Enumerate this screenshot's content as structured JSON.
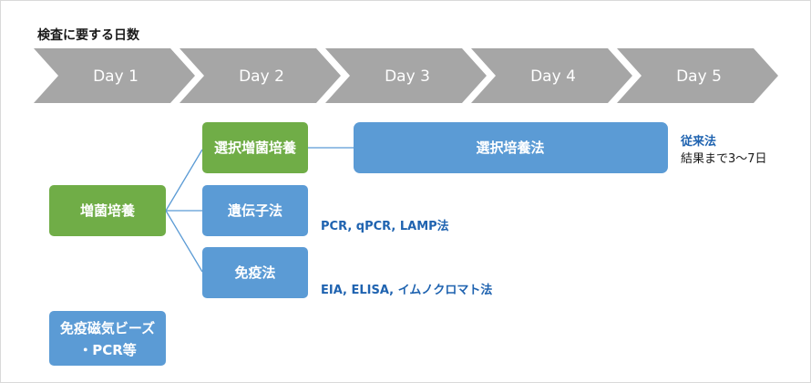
{
  "title": "検査に要する日数",
  "timeline": {
    "days": [
      "Day 1",
      "Day 2",
      "Day 3",
      "Day 4",
      "Day 5"
    ],
    "color": "#a6a6a6"
  },
  "colors": {
    "green": "#70ad47",
    "blue": "#5b9bd5",
    "connector": "#5b9bd5",
    "note_blue": "#1f63b0"
  },
  "nodes": {
    "enrichment": "増菌培養",
    "selective_enrichment": "選択増菌培養",
    "selective_culture": "選択培養法",
    "genetic": "遺伝子法",
    "immuno": "免疫法",
    "beads_line1": "免疫磁気ビーズ",
    "beads_line2": "・PCR等"
  },
  "notes": {
    "conventional_title": "従来法",
    "conventional_detail": "結果まで3～7日",
    "genetic_methods": "PCR, qPCR, LAMP法",
    "immuno_methods": "EIA, ELISA, イムノクロマト法"
  }
}
